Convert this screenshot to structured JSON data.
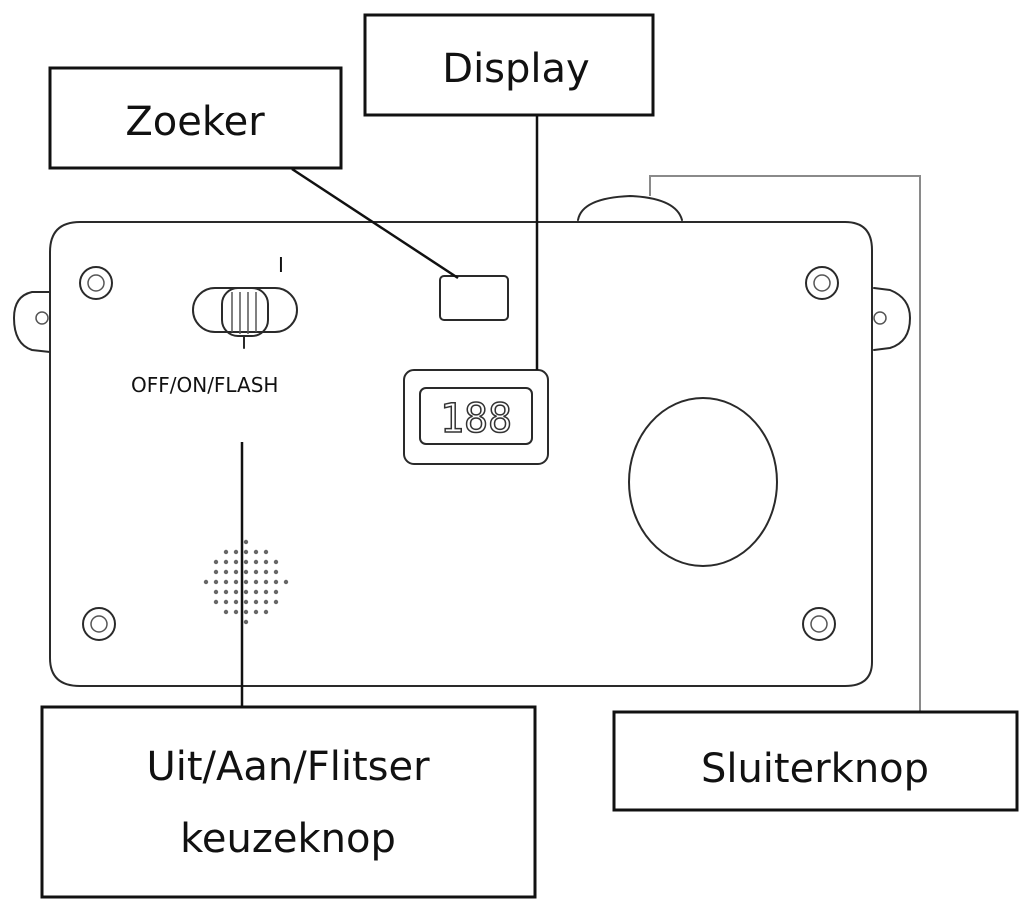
{
  "labels": {
    "viewfinder": "Zoeker",
    "display": "Display",
    "mode_switch_line1": "Uit/Aan/Flitser",
    "mode_switch_line2": "keuzeknop",
    "shutter": "Sluiterknop"
  },
  "camera": {
    "switch_text": "OFF/ON/FLASH",
    "switch_mark": "I",
    "lcd_digits": "188"
  }
}
